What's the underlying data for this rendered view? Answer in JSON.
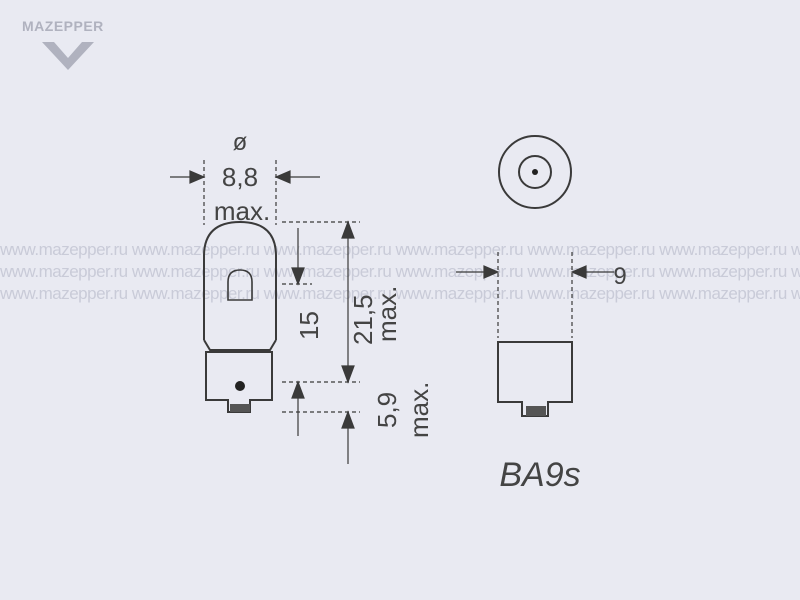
{
  "logo": {
    "text": "MAZEPPER"
  },
  "watermark": {
    "text": "www.mazepper.ru www.mazepper.ru www.mazepper.ru www.mazepper.ru www.mazepper.ru www.mazepper.ru www.mazepper.ru www.mazepper.ru"
  },
  "dimensions": {
    "diameter_symbol": "ø",
    "diameter_value": "8,8",
    "diameter_max": "max.",
    "length_total": "21,5",
    "length_total_max": "max.",
    "length_bulb": "15",
    "base_height": "5,9",
    "base_height_max": "max.",
    "base_width": "9"
  },
  "base_type": "BA9s",
  "colors": {
    "line": "#3a3a3a",
    "background": "#e9eaf2",
    "watermark": "#c9cbd8"
  }
}
